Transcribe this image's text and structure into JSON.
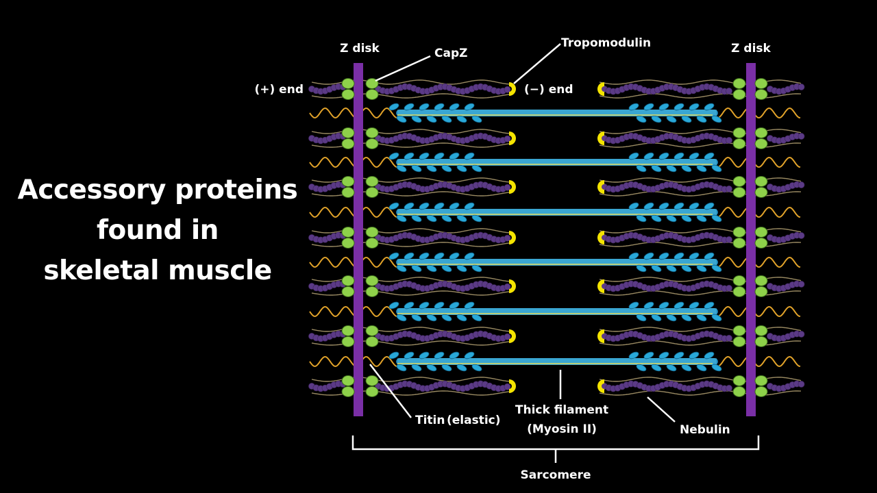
{
  "title": {
    "lines": [
      "Accessory proteins",
      "found in",
      "skeletal muscle"
    ]
  },
  "labels": {
    "z_disk_left": "Z disk",
    "z_disk_right": "Z disk",
    "capz": "CapZ",
    "tropomodulin": "Tropomodulin",
    "plus_end": "(+) end",
    "minus_end": "(−) end",
    "titin": "Titin",
    "elastic": "(elastic)",
    "thick_filament": "Thick filament",
    "myosin": "(Myosin II)",
    "nebulin": "Nebulin",
    "sarcomere": "Sarcomere"
  },
  "colors": {
    "background": "#000000",
    "z_disk": "#7a2fa6",
    "capz": "#8ed14a",
    "tropomodulin": "#f5e400",
    "actin": "#5b3a86",
    "titin": "#e2a32a",
    "myosin": "#29a8d8",
    "nebulin": "#9a8a62",
    "text": "#ffffff"
  }
}
